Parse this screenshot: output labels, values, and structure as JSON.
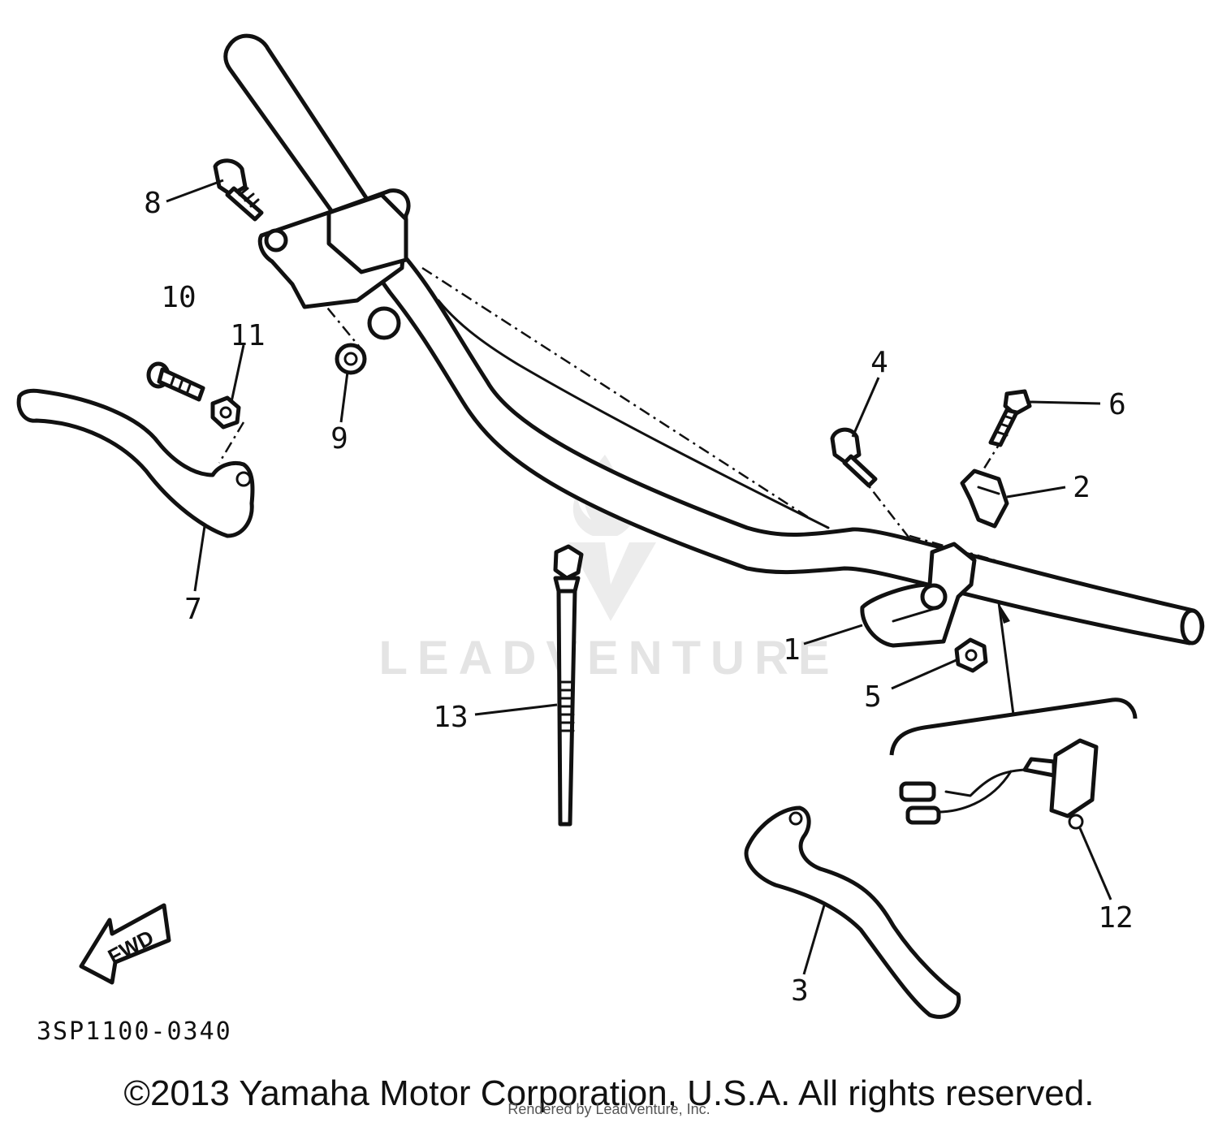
{
  "diagram": {
    "part_labels": {
      "p1": "1",
      "p2": "2",
      "p3": "3",
      "p4": "4",
      "p5": "5",
      "p6": "6",
      "p7": "7",
      "p8": "8",
      "p9": "9",
      "p10": "10",
      "p11": "11",
      "p12": "12",
      "p13": "13"
    },
    "fwd_label": "FWD",
    "diagram_code": "3SP1100-0340",
    "watermark": "LEADVENTURE"
  },
  "footer": {
    "copyright": "©2013 Yamaha Motor Corporation, U.S.A. All rights reserved.",
    "rendered_by": "Rendered by LeadVenture, Inc."
  },
  "colors": {
    "ink": "#111111",
    "background": "#ffffff",
    "watermark": "#e4e4e4"
  }
}
